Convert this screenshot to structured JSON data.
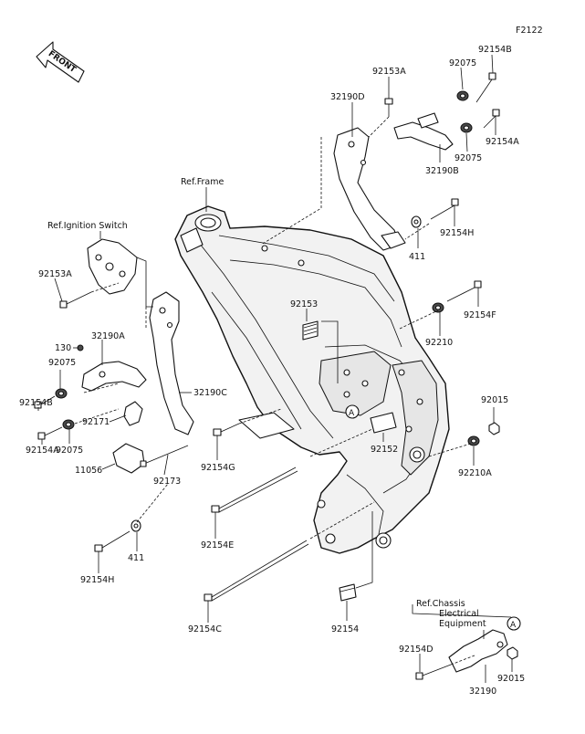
{
  "figure_code": "F2122",
  "front_label": "FRONT",
  "ref_labels": {
    "frame": "Ref.Frame",
    "ignition": "Ref.Ignition Switch",
    "chassis_line1": "Ref.Chassis",
    "chassis_line2": "Electrical",
    "chassis_line3": "Equipment"
  },
  "callout_letter": "A",
  "parts": [
    {
      "num": "92154B"
    },
    {
      "num": "92153A"
    },
    {
      "num": "92075"
    },
    {
      "num": "32190D"
    },
    {
      "num": "92154A"
    },
    {
      "num": "92075"
    },
    {
      "num": "32190B"
    },
    {
      "num": "92154H"
    },
    {
      "num": "411"
    },
    {
      "num": "92153A"
    },
    {
      "num": "92153"
    },
    {
      "num": "92154F"
    },
    {
      "num": "92210"
    },
    {
      "num": "130"
    },
    {
      "num": "32190A"
    },
    {
      "num": "92154B"
    },
    {
      "num": "92075"
    },
    {
      "num": "32190C"
    },
    {
      "num": "92171"
    },
    {
      "num": "92154A"
    },
    {
      "num": "92075"
    },
    {
      "num": "11056"
    },
    {
      "num": "92154G"
    },
    {
      "num": "92173"
    },
    {
      "num": "92152"
    },
    {
      "num": "92015"
    },
    {
      "num": "92210A"
    },
    {
      "num": "92154E"
    },
    {
      "num": "411"
    },
    {
      "num": "92154H"
    },
    {
      "num": "92154C"
    },
    {
      "num": "92154"
    },
    {
      "num": "92154D"
    },
    {
      "num": "92015"
    },
    {
      "num": "32190"
    }
  ]
}
